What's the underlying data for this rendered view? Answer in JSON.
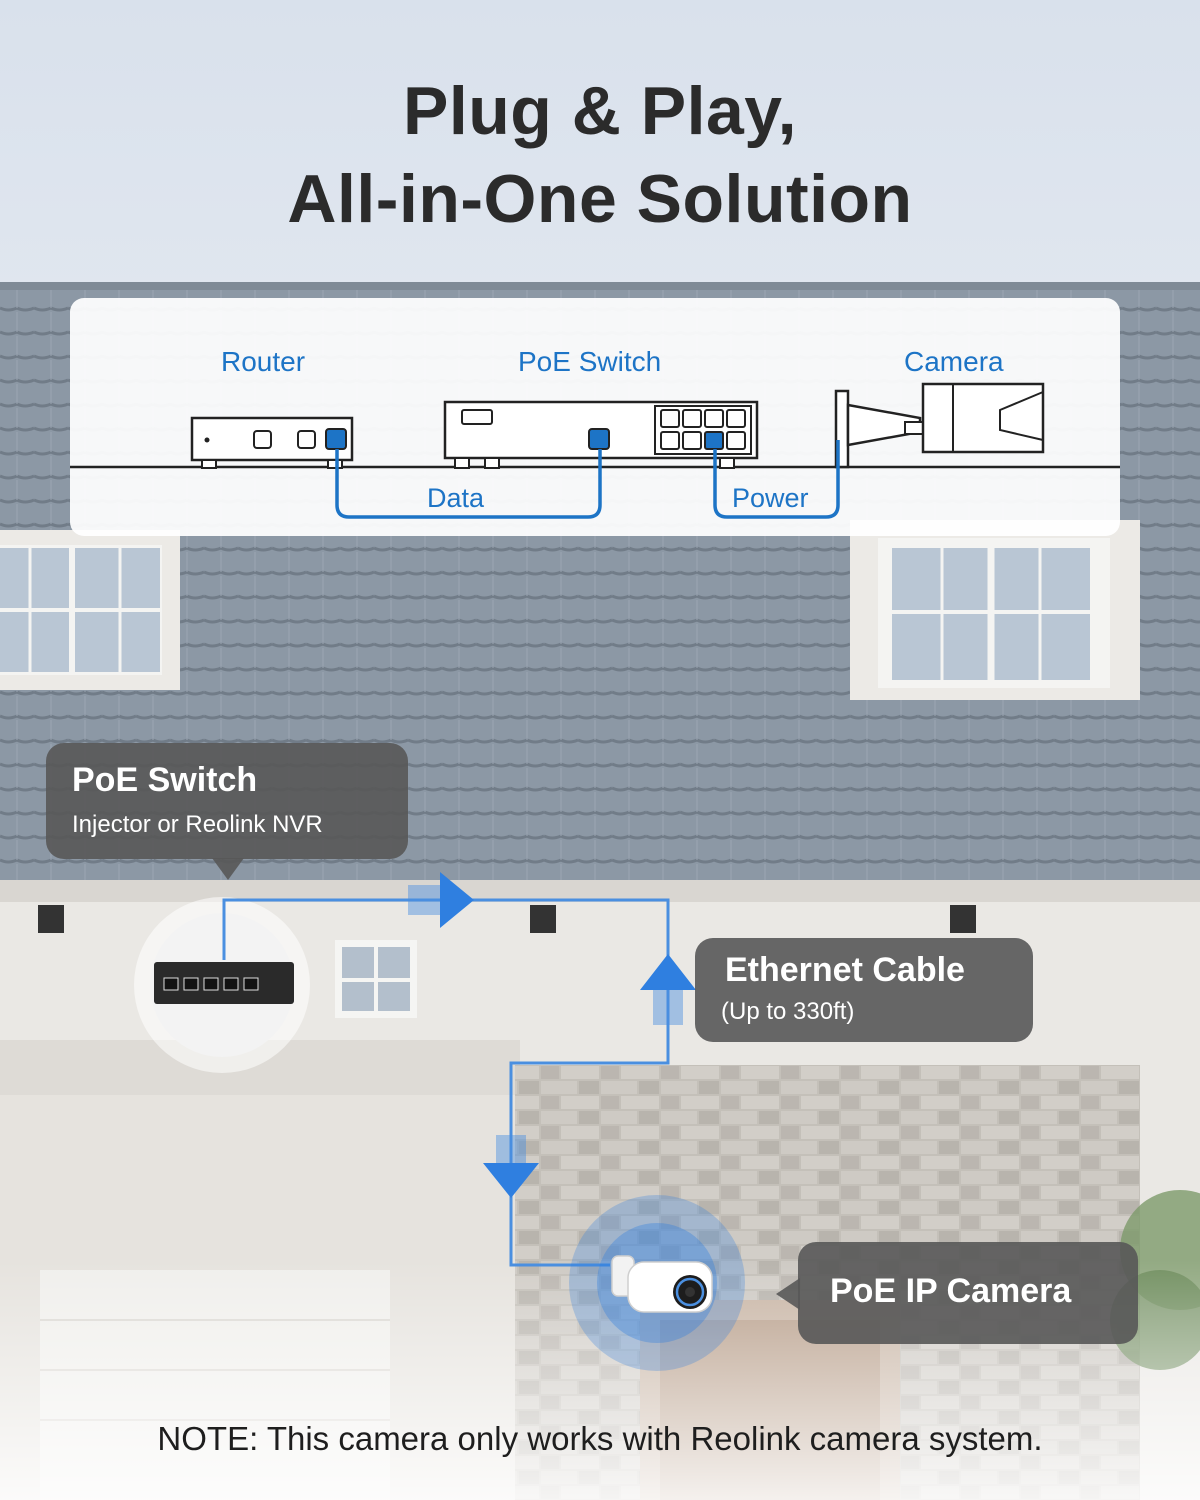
{
  "headline": {
    "line1": "Plug & Play,",
    "line2": "All-in-One Solution"
  },
  "diagram": {
    "router_label": "Router",
    "switch_label": "PoE Switch",
    "camera_label": "Camera",
    "data_label": "Data",
    "power_label": "Power"
  },
  "callouts": {
    "poe_switch": {
      "title": "PoE Switch",
      "subtitle": "Injector or Reolink NVR"
    },
    "ethernet": {
      "title": "Ethernet Cable",
      "subtitle": "(Up to 330ft)"
    },
    "camera": {
      "title": "PoE IP Camera"
    }
  },
  "note": "NOTE: This camera only works with Reolink camera system.",
  "colors": {
    "accent_blue": "#1d74c6",
    "callout_bg": "#585858",
    "cable_blue": "#4a8fe0",
    "heading": "#2b2b2b"
  },
  "icons": [
    "router-icon",
    "switch-icon",
    "bullet-camera-icon",
    "arrow-right-icon",
    "arrow-up-icon",
    "arrow-down-icon"
  ]
}
